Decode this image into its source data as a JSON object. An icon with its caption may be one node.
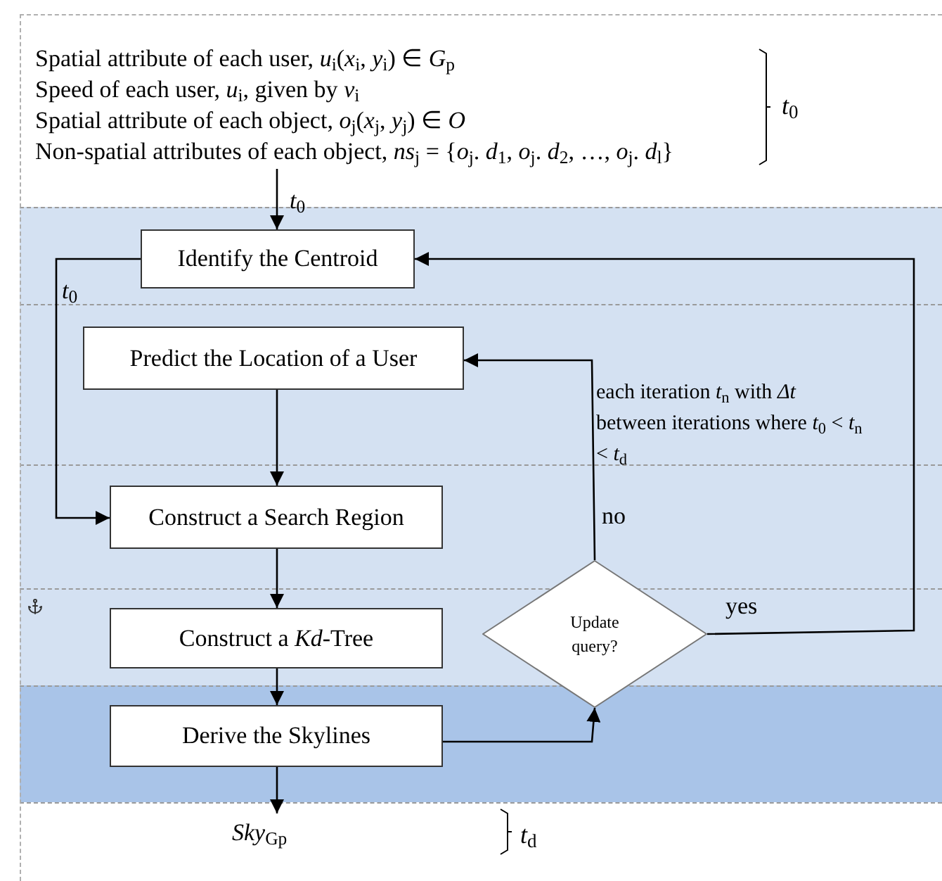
{
  "diagram": {
    "nodes": [
      {
        "text": [
          "Spatial attribute of each user, *u*$_{i}$(*x*$_{i}$, *y*$_{i}$) ∈ *G*$_{p}$",
          "Speed of each user, *u*$_{i}$, given by *v*$_{i}$",
          "Spatial attribute of each object, *o*$_{j}$(*x*$_{j}$, *y*$_{j}$) ∈ *O*",
          "Non-spatial attributes of each object, *ns*$_{j}$ = {*o*$_{j}$. *d*$_{1}$, *o*$_{j}$. *d*$_{2}$, …, *o*$_{j}$. *d*$_{l}$}"
        ]
      },
      {
        "text": [
          "Identify the Centroid"
        ]
      },
      {
        "text": [
          "Predict the Location of a User"
        ]
      },
      {
        "text": [
          "Construct a Search Region"
        ]
      },
      {
        "text": [
          "Construct a *Kd*-Tree"
        ]
      },
      {
        "text": [
          "Derive the Skylines"
        ]
      },
      {
        "text": [
          "Update query?"
        ]
      },
      {
        "text": [
          "*Sky*$_{Gp}$"
        ]
      }
    ],
    "edges": [
      {
        "from": 0,
        "to": 1,
        "arrow": "to",
        "label": "*t*$_{0}$"
      },
      {
        "from": 1,
        "to": 3,
        "arrow": "to",
        "label": "*t*$_{0}$"
      },
      {
        "from": 2,
        "to": 3,
        "arrow": "to"
      },
      {
        "from": 3,
        "to": 4,
        "arrow": "to"
      },
      {
        "from": 4,
        "to": 5,
        "arrow": "to"
      },
      {
        "from": 5,
        "to": 6,
        "arrow": "to"
      },
      {
        "from": 6,
        "to": 2,
        "arrow": "to",
        "label": "no"
      },
      {
        "from": 6,
        "to": 1,
        "arrow": "to",
        "label": "yes"
      },
      {
        "from": 5,
        "to": 7,
        "arrow": "to"
      }
    ],
    "labels": [
      "*t*$_{0}$",
      "each iteration *t*$_{n}$ with *Δt* between iterations where *t*$_{0}$ < *t*$_{n}$ < *t*$_{d}$",
      "*t*$_{d}$"
    ]
  }
}
